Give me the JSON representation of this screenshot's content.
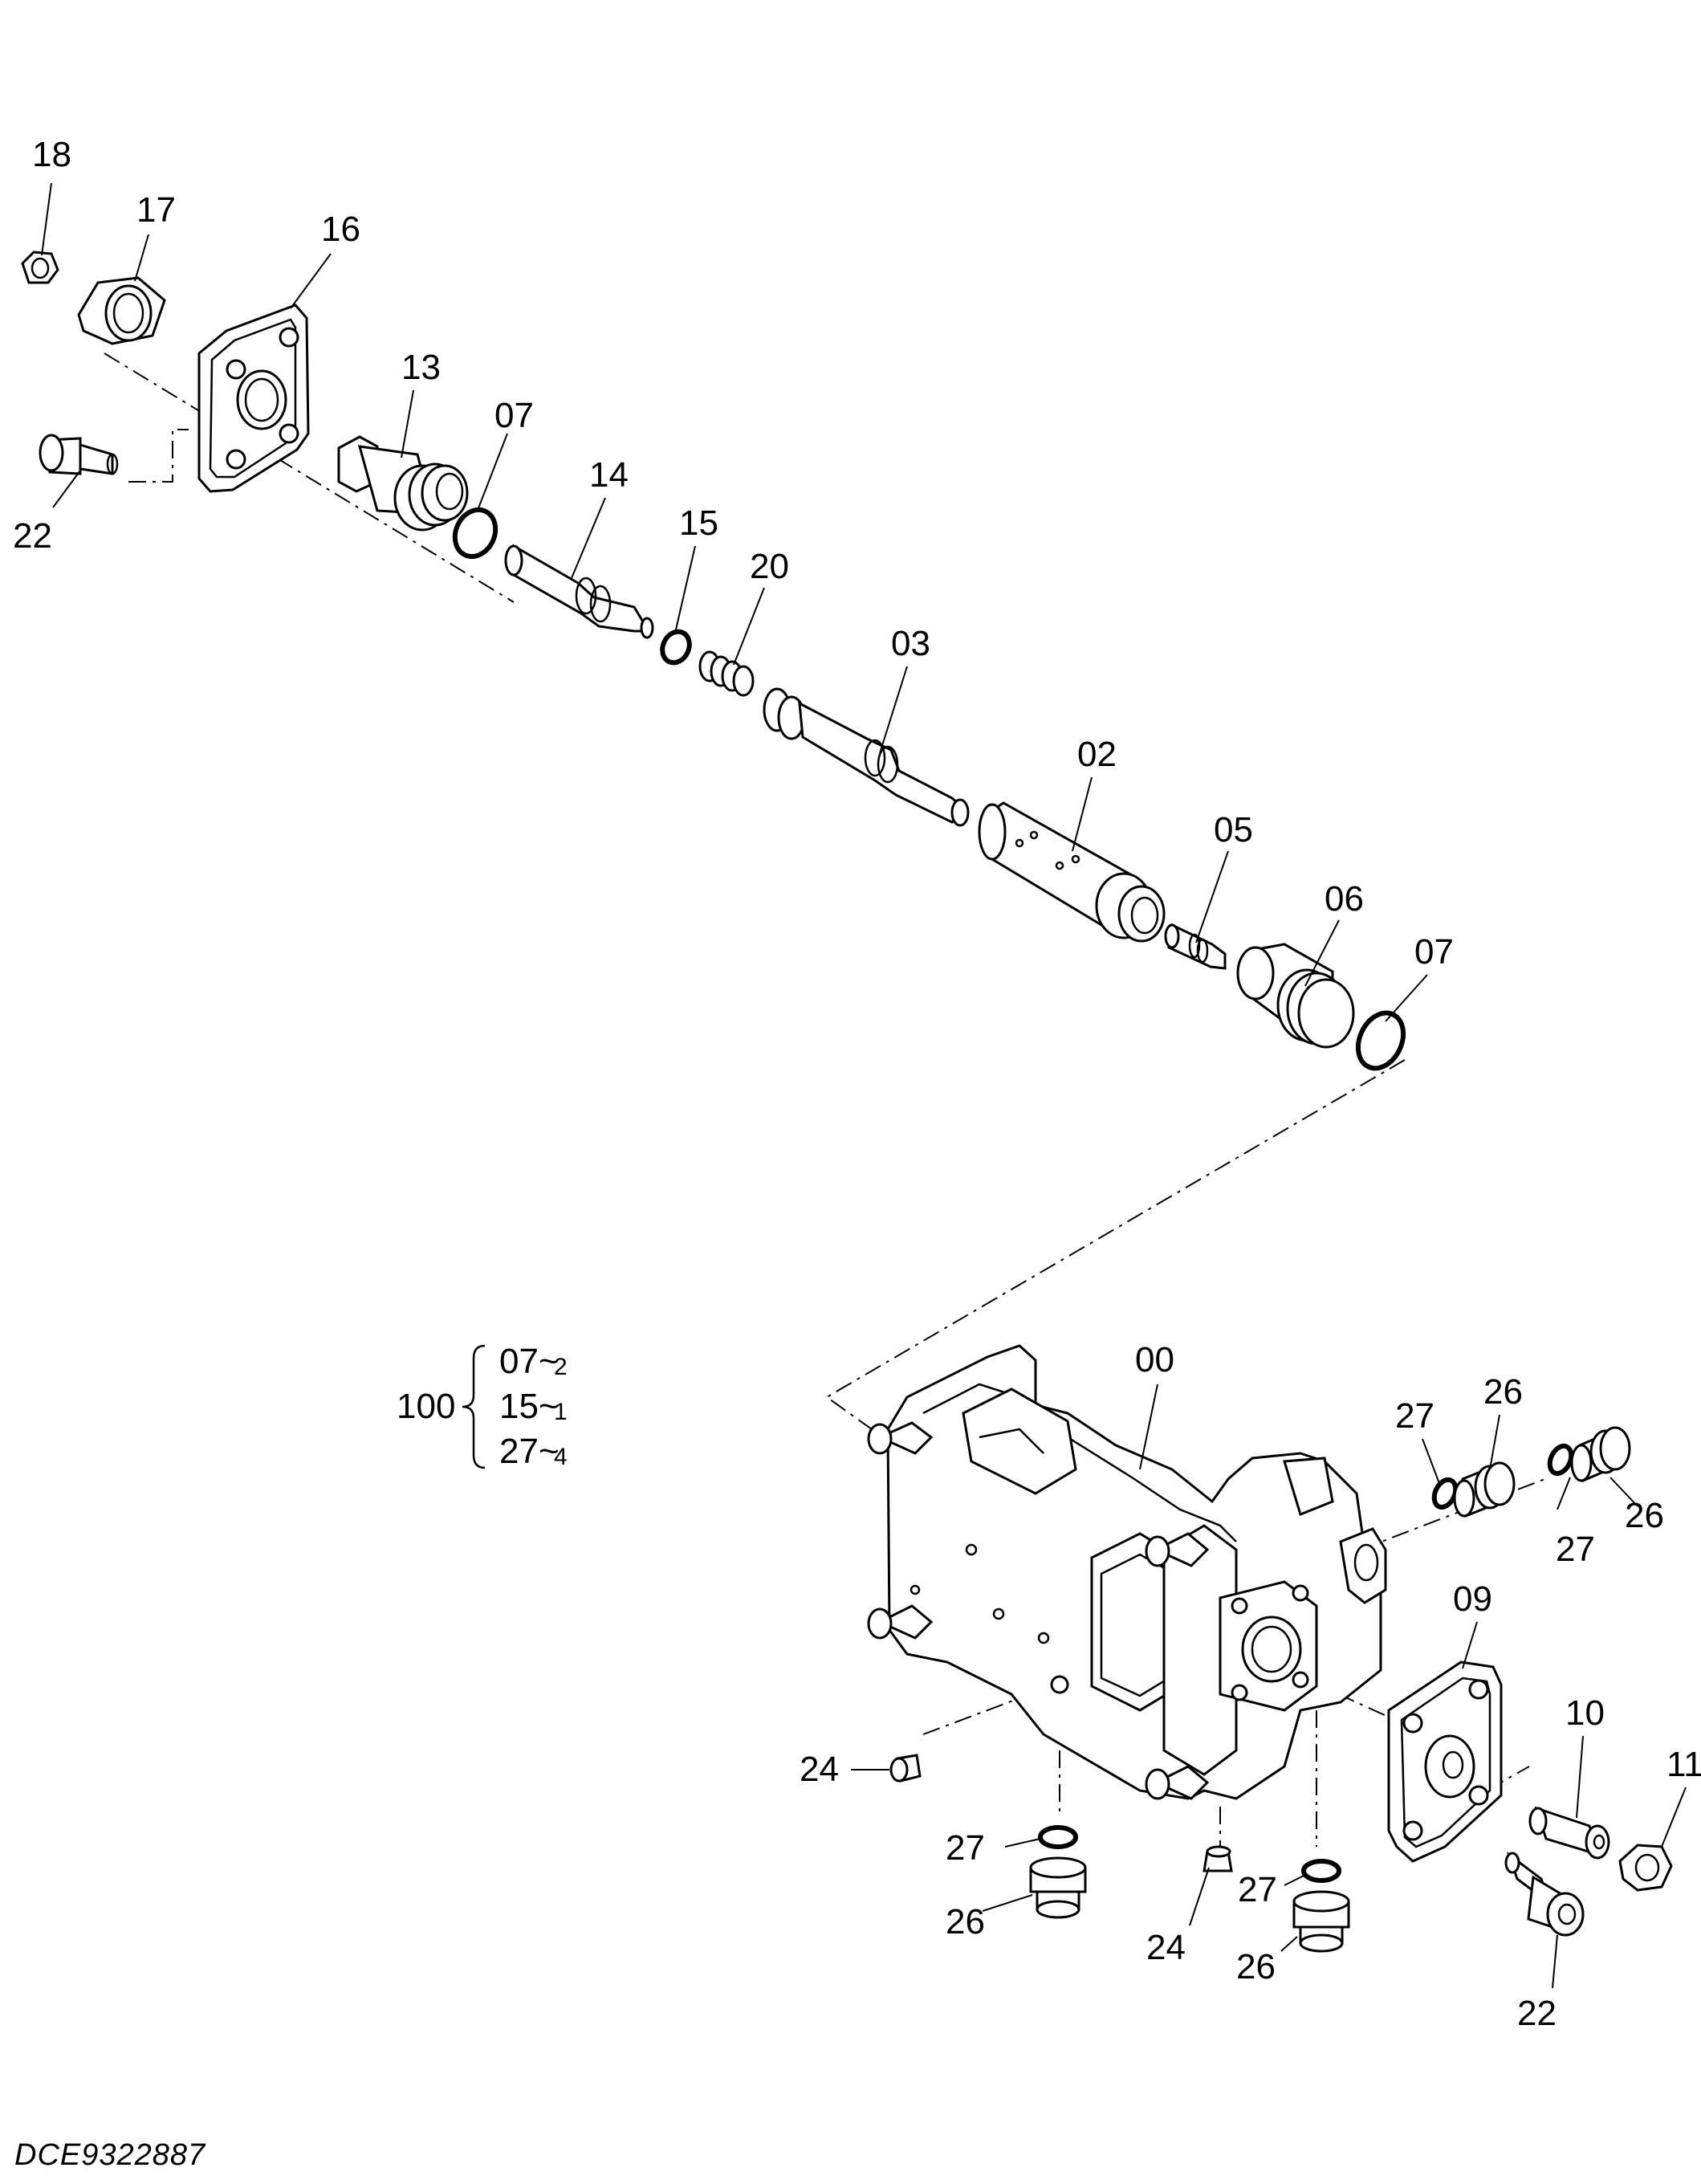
{
  "drawing_code": "DCE9322887",
  "callouts": {
    "p18": "18",
    "p17": "17",
    "p16": "16",
    "p13": "13",
    "p07a": "07",
    "p22a": "22",
    "p14": "14",
    "p15": "15",
    "p20": "20",
    "p03": "03",
    "p02": "02",
    "p05": "05",
    "p06": "06",
    "p07b": "07",
    "p00": "00",
    "p27a": "27",
    "p26a": "26",
    "p27b": "27",
    "p26b": "26",
    "p09": "09",
    "p10": "10",
    "p11": "11",
    "p24a": "24",
    "p27c": "27",
    "p26c": "26",
    "p24b": "24",
    "p27d": "27",
    "p26d": "26",
    "p22b": "22"
  },
  "kit": {
    "number": "100",
    "items": [
      {
        "part": "07~",
        "qty": "2"
      },
      {
        "part": "15~",
        "qty": "1"
      },
      {
        "part": "27~",
        "qty": "4"
      }
    ]
  }
}
